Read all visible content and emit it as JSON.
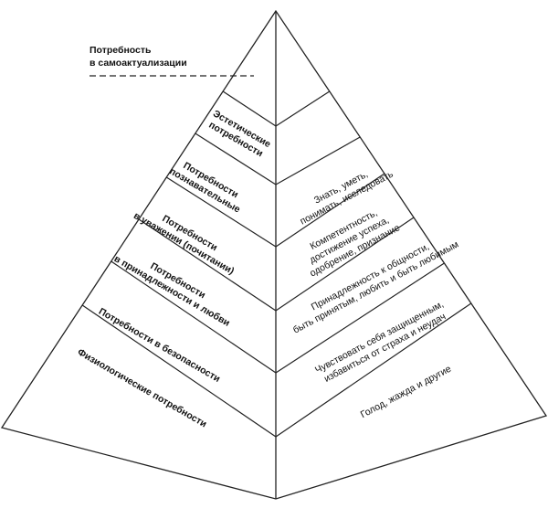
{
  "diagram": {
    "top_label": [
      "Потребность",
      "в самоактуализации"
    ],
    "levels": [
      {
        "left": [
          "Эстетические",
          "потребности"
        ],
        "right": []
      },
      {
        "left": [
          "Потребности",
          "познавательные"
        ],
        "right": [
          "Знать, уметь,",
          "понимать, исследовать"
        ]
      },
      {
        "left": [
          "Потребности",
          "в уважении (почитании)"
        ],
        "right": [
          "Компетентность,",
          "достижение успеха,",
          "одобрение, признание"
        ]
      },
      {
        "left": [
          "Потребности",
          "в принадлежности и любви"
        ],
        "right": [
          "Принадлежность к общности,",
          "быть принятым, любить и быть любимым"
        ]
      },
      {
        "left": [
          "Потребности в безопасности"
        ],
        "right": [
          "Чувствовать себя защищенным,",
          "избавиться от страха и неудач"
        ]
      },
      {
        "left": [
          "Физиологические потребности"
        ],
        "right": [
          "Голод, жажда и другие"
        ]
      }
    ],
    "colors": {
      "line": "#222222",
      "fill": "#ffffff",
      "text": "#111111"
    }
  }
}
